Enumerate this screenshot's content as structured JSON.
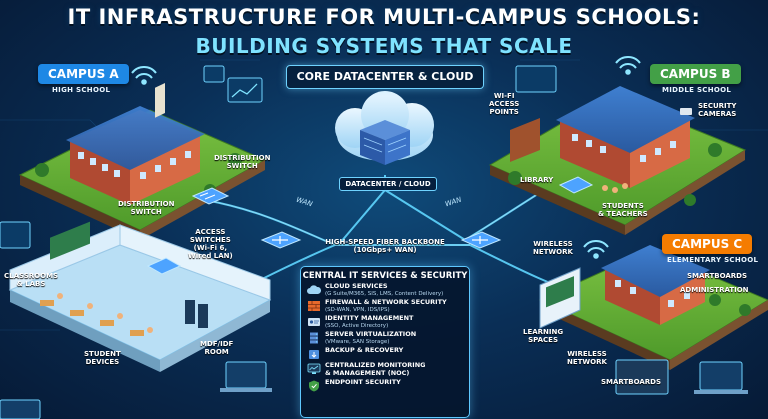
{
  "title": {
    "line1": "IT INFRASTRUCTURE FOR MULTI-CAMPUS SCHOOLS:",
    "line2": "BUILDING SYSTEMS THAT SCALE"
  },
  "campus_a": {
    "name": "CAMPUS A",
    "level": "HIGH SCHOOL",
    "color": "#1e88e5",
    "labels": {
      "distribution_switch_1": "DISTRIBUTION\nSWITCH",
      "distribution_switch_2": "DISTRIBUTION\nSWITCH",
      "access_switches": "ACCESS\nSWITCHES\n(Wi-Fi 6,\nWired LAN)",
      "classrooms": "CLASSROOMS\n& LABS",
      "student_devices": "STUDENT\nDEVICES",
      "mdf_room": "MDF/IDF\nROOM"
    }
  },
  "campus_b": {
    "name": "CAMPUS B",
    "level": "MIDDLE SCHOOL",
    "color": "#43a047",
    "labels": {
      "wifi_points": "WI-FI\nACCESS\nPOINTS",
      "security_cameras": "SECURITY\nCAMERAS",
      "library": "LIBRARY",
      "students_teachers": "STUDENTS\n& TEACHERS"
    }
  },
  "campus_c": {
    "name": "CAMPUS C",
    "level": "ELEMENTARY SCHOOL",
    "color": "#f57c00",
    "labels": {
      "wireless_network_1": "WIRELESS\nNETWORK",
      "smartboards_1": "SMARTBOARDS",
      "administration": "ADMINISTRATION",
      "learning_spaces": "LEARNING\nSPACES",
      "wireless_network_2": "WIRELESS\nNETWORK",
      "smartboards_2": "SMARTBOARDS"
    }
  },
  "core": {
    "title": "CORE DATACENTER & CLOUD",
    "datacenter_label": "DATACENTER / CLOUD",
    "backbone": "HIGH-SPEED FIBER BACKBONE\n(10Gbps+ WAN)",
    "wan_label": "WAN"
  },
  "central_services": {
    "title": "CENTRAL IT SERVICES & SECURITY",
    "items": [
      {
        "name": "CLOUD SERVICES",
        "detail": "(G Suite/M365, SIS, LMS, Content Delivery)",
        "icon": "cloud-icon"
      },
      {
        "name": "FIREWALL & NETWORK SECURITY",
        "detail": "(SD-WAN, VPN, IDS/IPS)",
        "icon": "firewall-icon"
      },
      {
        "name": "IDENTITY MANAGEMENT",
        "detail": "(SSO, Active Directory)",
        "icon": "id-card-icon"
      },
      {
        "name": "SERVER VIRTUALIZATION",
        "detail": "(VMware, SAN Storage)",
        "icon": "server-icon"
      },
      {
        "name": "BACKUP & RECOVERY",
        "detail": "",
        "icon": "backup-icon"
      },
      {
        "name": "CENTRALIZED MONITORING\n& MANAGEMENT (NOC)",
        "detail": "",
        "icon": "monitor-icon"
      },
      {
        "name": "ENDPOINT SECURITY",
        "detail": "",
        "icon": "shield-icon"
      }
    ]
  }
}
